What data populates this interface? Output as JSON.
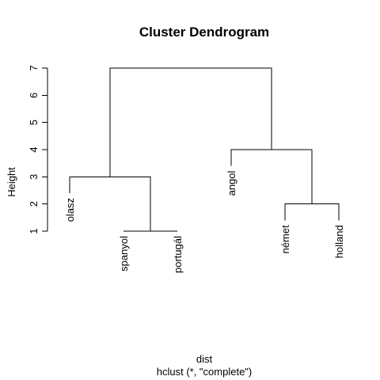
{
  "chart_data": {
    "type": "dendrogram",
    "title": "Cluster Dendrogram",
    "ylabel": "Height",
    "xlabel": "dist",
    "sublabel": "hclust (*, \"complete\")",
    "yticks": [
      1,
      2,
      3,
      4,
      5,
      6,
      7
    ],
    "ylim": [
      1,
      7
    ],
    "grid": false,
    "leaves": [
      {
        "id": "olasz",
        "label": "olasz"
      },
      {
        "id": "spanyol",
        "label": "spanyol"
      },
      {
        "id": "portugal",
        "label": "portugál"
      },
      {
        "id": "angol",
        "label": "angol"
      },
      {
        "id": "nemet",
        "label": "német"
      },
      {
        "id": "holland",
        "label": "holland"
      }
    ],
    "merges": [
      {
        "id": "m1",
        "left": "spanyol",
        "right": "portugal",
        "height": 1.0
      },
      {
        "id": "m2",
        "left": "nemet",
        "right": "holland",
        "height": 2.0
      },
      {
        "id": "m3",
        "left": "olasz",
        "right": "m1",
        "height": 3.0
      },
      {
        "id": "m4",
        "left": "angol",
        "right": "m2",
        "height": 4.0
      },
      {
        "id": "m5",
        "left": "m3",
        "right": "m4",
        "height": 7.0
      }
    ],
    "leaf_heights": {
      "olasz": 2.4,
      "spanyol": 1.0,
      "portugal": 1.0,
      "angol": 3.4,
      "nemet": 1.4,
      "holland": 1.4
    }
  }
}
